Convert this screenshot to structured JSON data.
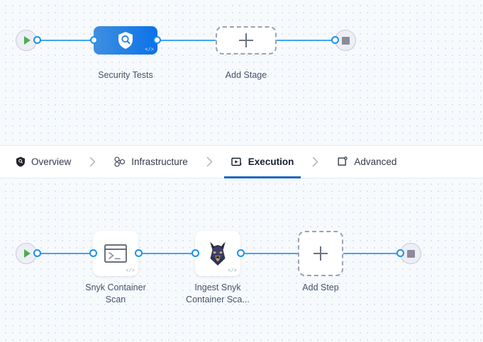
{
  "theme": {
    "canvas_bg": "#f7fafd",
    "dot_color": "#d3dde8",
    "edge_color": "#42a5f5",
    "port_color": "#1e90e8",
    "stage_gradient_from": "#3f8fe0",
    "stage_gradient_to": "#0b72e8",
    "active_tab_underline": "#1a66c4",
    "label_color": "#42526b",
    "start_play_color": "#4caf50",
    "stop_square_color": "#8b8b99",
    "terminal_circle_bg": "#eeeef6"
  },
  "stages_canvas": {
    "start_node": {
      "name": "pipeline-start",
      "icon": "play-icon"
    },
    "end_node": {
      "name": "pipeline-end",
      "icon": "stop-icon"
    },
    "stage": {
      "label": "Security Tests",
      "icon": "shield-search-icon",
      "code_badge": "</>"
    },
    "add_stage": {
      "label": "Add Stage",
      "icon": "plus-icon"
    }
  },
  "tabbar": {
    "tabs": [
      {
        "label": "Overview",
        "icon": "shield-icon",
        "active": false
      },
      {
        "label": "Infrastructure",
        "icon": "nodes-cluster-icon",
        "active": false
      },
      {
        "label": "Execution",
        "icon": "play-box-icon",
        "active": true
      },
      {
        "label": "Advanced",
        "icon": "settings-box-icon",
        "active": false
      }
    ],
    "separator_icon": "chevron-right-icon"
  },
  "steps_canvas": {
    "start_node": {
      "name": "execution-start",
      "icon": "play-icon"
    },
    "end_node": {
      "name": "execution-end",
      "icon": "stop-icon"
    },
    "steps": [
      {
        "label_line1": "Snyk Container",
        "label_line2": "Scan",
        "icon": "terminal-icon",
        "code_badge": "</>"
      },
      {
        "label_line1": "Ingest Snyk",
        "label_line2": "Container Sca...",
        "icon": "doberman-icon",
        "code_badge": "</>"
      }
    ],
    "add_step": {
      "label": "Add Step",
      "icon": "plus-icon"
    }
  }
}
